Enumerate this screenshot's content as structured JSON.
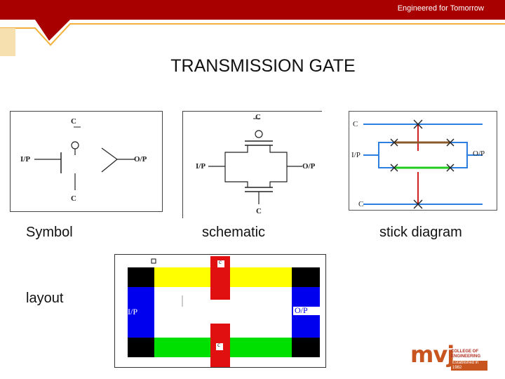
{
  "header": {
    "tagline": "Engineered for Tomorrow",
    "colors": {
      "band": "#a80000",
      "accent": "#f3b13a",
      "side_bar": "#f3c16a"
    }
  },
  "slide": {
    "title": "TRANSMISSION GATE",
    "captions": {
      "symbol": "Symbol",
      "schematic": "schematic",
      "stick": "stick diagram",
      "layout": "layout"
    }
  },
  "symbol_diagram": {
    "c_bar": "C",
    "input": "I/P",
    "output": "O/P",
    "c": "C"
  },
  "schematic_diagram": {
    "c_bar": "C",
    "input": "I/P",
    "output": "O/P",
    "c": "C"
  },
  "stick_diagram": {
    "c_bar": "C",
    "input": "I/P",
    "output": "O/P",
    "c": "C",
    "colors": {
      "poly": "#d21f1f",
      "diff_p": "#8a5a2b",
      "diff_n": "#22cc22",
      "metal": "#2a7fe0"
    }
  },
  "layout_diagram": {
    "input": "I/P",
    "output": "O/P",
    "gate_top": "c",
    "gate_bottom": "c",
    "colors": {
      "p_diff": "#ffff00",
      "n_diff": "#00e000",
      "poly": "#e01010",
      "metal": "#0000ee",
      "contact": "#000000"
    }
  },
  "logo": {
    "mark": "mvj",
    "line1": "COLLEGE OF",
    "line2": "ENGINEERING",
    "line3": "Established in 1982"
  }
}
